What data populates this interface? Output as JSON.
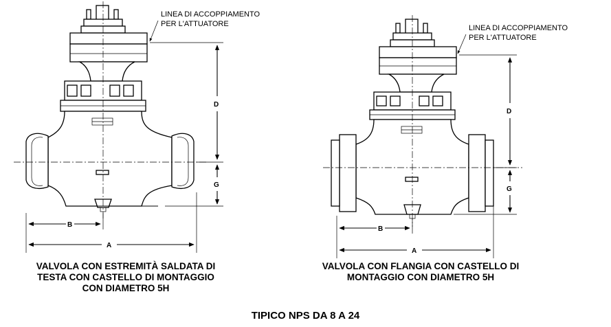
{
  "note_coupling_line": {
    "line1": "LINEA DI ACCOPPIAMENTO",
    "line2": "PER L'ATTUATORE"
  },
  "dimensions": {
    "a": "A",
    "b": "B",
    "d": "D",
    "g": "G"
  },
  "captions": {
    "left": "VALVOLA CON ESTREMITÀ SALDATA DI\nTESTA CON CASTELLO DI MONTAGGIO\nCON DIAMETRO 5H",
    "right": "VALVOLA CON FLANGIA CON CASTELLO DI\nMONTAGGIO CON DIAMETRO 5H",
    "bottom": "TIPICO NPS DA 8 A 24"
  }
}
